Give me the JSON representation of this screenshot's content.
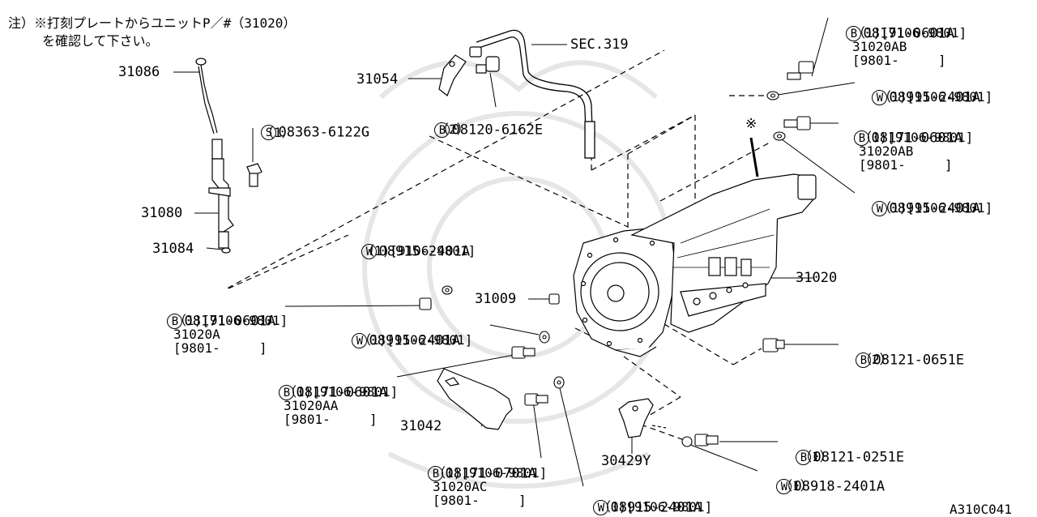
{
  "note": {
    "line1": "注）※打刻プレートからユニットP／#（31020）",
    "line2": "を確認して下さい。"
  },
  "sec_ref": "SEC.319",
  "figure_code": "A310C041",
  "marker": "※",
  "parts": {
    "p31086": "31086",
    "p31054": "31054",
    "p31080": "31080",
    "p31084": "31084",
    "p31009": "31009",
    "p31020": "31020",
    "p31042": "31042",
    "p30429y": "30429Y"
  },
  "fasteners": {
    "s08363": {
      "sym": "S",
      "num": "08363-6122G",
      "qty": "（1）"
    },
    "b08120": {
      "sym": "B",
      "num": "08120-6162E",
      "qty": "（2）"
    },
    "b08171_top": {
      "sym": "B",
      "num": "08171-0601A",
      "l1": "（1)[9106-9801]",
      "l2": "31020AB",
      "l3": "[9801-     ]"
    },
    "w08915_top": {
      "sym": "W",
      "num": "08915-2401A",
      "l1": "（1)[9106-9801]"
    },
    "b08171_mid": {
      "sym": "B",
      "num": "08171-0601A",
      "l1": "（1)[9106-9801]",
      "l2": "31020AB",
      "l3": "[9801-     ]"
    },
    "w08915_mid": {
      "sym": "W",
      "num": "08915-2401A",
      "l1": "（1)[9106-9801]"
    },
    "w08915_left": {
      "sym": "W",
      "num": "08915-2401A",
      "l1": "（1)[9106-9801]"
    },
    "b08171_left": {
      "sym": "B",
      "num": "08171-0601A",
      "l1": "（1)[9106-9801]",
      "l2": "31020A",
      "l3": "[9801-     ]"
    },
    "w08915_left2": {
      "sym": "W",
      "num": "08915-2401A",
      "l1": "（1)[9106-9801]"
    },
    "b08171_aa": {
      "sym": "B",
      "num": "08171-0601A",
      "l1": "（1)[9106-9801]",
      "l2": "31020AA",
      "l3": "[9801-     ]"
    },
    "b08121_0651": {
      "sym": "B",
      "num": "08121-0651E",
      "qty": "（2）"
    },
    "b08171_0701": {
      "sym": "B",
      "num": "08171-0701A",
      "l1": "（1)[9106-9801]",
      "l2": "31020AC",
      "l3": "[9801-     ]"
    },
    "w08915_bottom": {
      "sym": "W",
      "num": "08915-2401A",
      "l1": "（1)[9106-9801]"
    },
    "b08121_0251": {
      "sym": "B",
      "num": "08121-0251E",
      "qty": "（1）"
    },
    "w08918": {
      "sym": "W",
      "num": "08918-2401A",
      "qty": "（1）"
    }
  }
}
